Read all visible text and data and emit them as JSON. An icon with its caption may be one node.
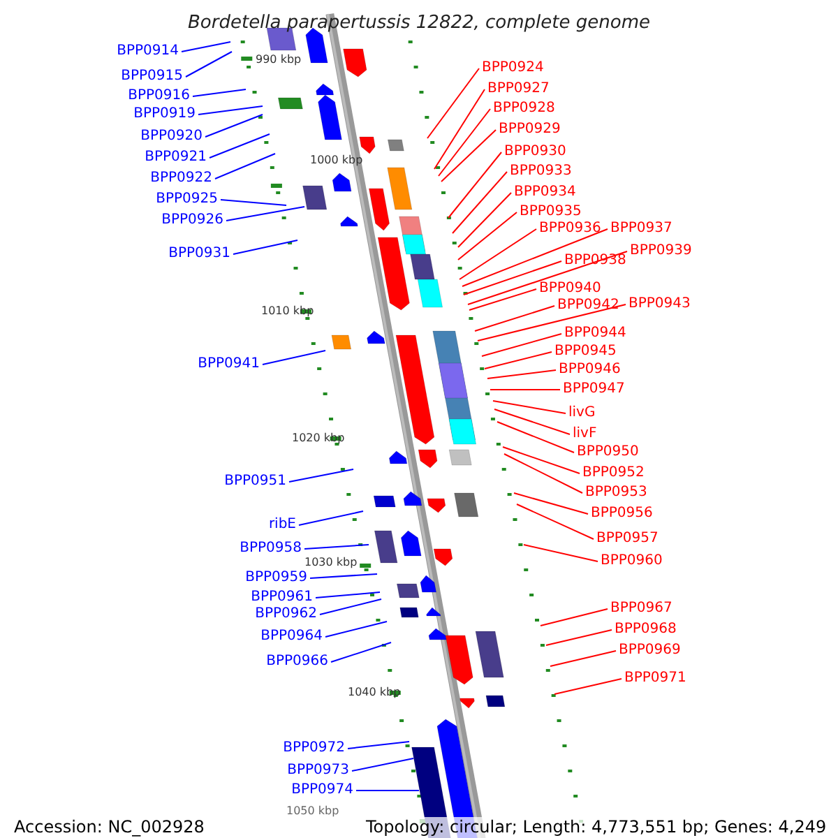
{
  "diagram": {
    "title": "Bordetella parapertussis 12822, complete genome",
    "nodes": [
      {
        "text": [
          "BPP0914"
        ]
      },
      {
        "text": [
          "BPP0915"
        ]
      },
      {
        "text": [
          "BPP0916"
        ]
      },
      {
        "text": [
          "BPP0919"
        ]
      },
      {
        "text": [
          "BPP0920"
        ]
      },
      {
        "text": [
          "BPP0921"
        ]
      },
      {
        "text": [
          "BPP0922"
        ]
      },
      {
        "text": [
          "BPP0925"
        ]
      },
      {
        "text": [
          "BPP0926"
        ]
      },
      {
        "text": [
          "BPP0931"
        ]
      },
      {
        "text": [
          "BPP0941"
        ]
      },
      {
        "text": [
          "BPP0951"
        ]
      },
      {
        "text": [
          "ribE"
        ]
      },
      {
        "text": [
          "BPP0958"
        ]
      },
      {
        "text": [
          "BPP0959"
        ]
      },
      {
        "text": [
          "BPP0961"
        ]
      },
      {
        "text": [
          "BPP0962"
        ]
      },
      {
        "text": [
          "BPP0964"
        ]
      },
      {
        "text": [
          "BPP0966"
        ]
      },
      {
        "text": [
          "BPP0972"
        ]
      },
      {
        "text": [
          "BPP0973"
        ]
      },
      {
        "text": [
          "BPP0974"
        ]
      },
      {
        "text": [
          "BPP0924"
        ]
      },
      {
        "text": [
          "BPP0927"
        ]
      },
      {
        "text": [
          "BPP0928"
        ]
      },
      {
        "text": [
          "BPP0929"
        ]
      },
      {
        "text": [
          "BPP0930"
        ]
      },
      {
        "text": [
          "BPP0933"
        ]
      },
      {
        "text": [
          "BPP0934"
        ]
      },
      {
        "text": [
          "BPP0935"
        ]
      },
      {
        "text": [
          "BPP0936"
        ]
      },
      {
        "text": [
          "BPP0937"
        ]
      },
      {
        "text": [
          "BPP0938"
        ]
      },
      {
        "text": [
          "BPP0939"
        ]
      },
      {
        "text": [
          "BPP0940"
        ]
      },
      {
        "text": [
          "BPP0942"
        ]
      },
      {
        "text": [
          "BPP0943"
        ]
      },
      {
        "text": [
          "BPP0944"
        ]
      },
      {
        "text": [
          "BPP0945"
        ]
      },
      {
        "text": [
          "BPP0946"
        ]
      },
      {
        "text": [
          "BPP0947"
        ]
      },
      {
        "text": [
          "livG"
        ]
      },
      {
        "text": [
          "livF"
        ]
      },
      {
        "text": [
          "BPP0950"
        ]
      },
      {
        "text": [
          "BPP0952"
        ]
      },
      {
        "text": [
          "BPP0953"
        ]
      },
      {
        "text": [
          "BPP0956"
        ]
      },
      {
        "text": [
          "BPP0957"
        ]
      },
      {
        "text": [
          "BPP0960"
        ]
      },
      {
        "text": [
          "BPP0967"
        ]
      },
      {
        "text": [
          "BPP0968"
        ]
      },
      {
        "text": [
          "BPP0969"
        ]
      },
      {
        "text": [
          "BPP0971"
        ]
      }
    ],
    "edges": [
      {
        "from": 0,
        "to": null,
        "arrow": "none",
        "color": "#0000ff"
      },
      {
        "from": 1,
        "to": null,
        "arrow": "none",
        "color": "#0000ff"
      },
      {
        "from": 2,
        "to": null,
        "arrow": "none",
        "color": "#0000ff"
      },
      {
        "from": 3,
        "to": null,
        "arrow": "none",
        "color": "#0000ff"
      },
      {
        "from": 4,
        "to": null,
        "arrow": "none",
        "color": "#0000ff"
      },
      {
        "from": 5,
        "to": null,
        "arrow": "none",
        "color": "#0000ff"
      },
      {
        "from": 6,
        "to": null,
        "arrow": "none",
        "color": "#0000ff"
      },
      {
        "from": 7,
        "to": null,
        "arrow": "none",
        "color": "#0000ff"
      },
      {
        "from": 8,
        "to": null,
        "arrow": "none",
        "color": "#0000ff"
      },
      {
        "from": 9,
        "to": null,
        "arrow": "none",
        "color": "#0000ff"
      },
      {
        "from": 10,
        "to": null,
        "arrow": "none",
        "color": "#0000ff"
      },
      {
        "from": 11,
        "to": null,
        "arrow": "none",
        "color": "#0000ff"
      },
      {
        "from": 12,
        "to": null,
        "arrow": "none",
        "color": "#0000ff"
      },
      {
        "from": 13,
        "to": null,
        "arrow": "none",
        "color": "#0000ff"
      },
      {
        "from": 14,
        "to": null,
        "arrow": "none",
        "color": "#0000ff"
      },
      {
        "from": 15,
        "to": null,
        "arrow": "none",
        "color": "#0000ff"
      },
      {
        "from": 16,
        "to": null,
        "arrow": "none",
        "color": "#0000ff"
      },
      {
        "from": 17,
        "to": null,
        "arrow": "none",
        "color": "#0000ff"
      },
      {
        "from": 18,
        "to": null,
        "arrow": "none",
        "color": "#0000ff"
      },
      {
        "from": 19,
        "to": null,
        "arrow": "none",
        "color": "#0000ff"
      },
      {
        "from": 20,
        "to": null,
        "arrow": "none",
        "color": "#0000ff"
      },
      {
        "from": 21,
        "to": null,
        "arrow": "none",
        "color": "#0000ff"
      },
      {
        "from": 22,
        "to": null,
        "arrow": "none"
      },
      {
        "from": 23,
        "to": null,
        "arrow": "none"
      },
      {
        "from": 24,
        "to": null,
        "arrow": "none"
      },
      {
        "from": 25,
        "to": null,
        "arrow": "none"
      },
      {
        "from": 26,
        "to": null,
        "arrow": "none"
      },
      {
        "from": 27,
        "to": null,
        "arrow": "none"
      },
      {
        "from": 28,
        "to": null,
        "arrow": "none"
      },
      {
        "from": 29,
        "to": null,
        "arrow": "none"
      },
      {
        "from": 30,
        "to": null,
        "arrow": "none"
      },
      {
        "from": 31,
        "to": null,
        "arrow": "none"
      },
      {
        "from": 32,
        "to": null,
        "arrow": "none"
      },
      {
        "from": 33,
        "to": null,
        "arrow": "none"
      },
      {
        "from": 34,
        "to": null,
        "arrow": "none"
      },
      {
        "from": 35,
        "to": null,
        "arrow": "none"
      },
      {
        "from": 36,
        "to": null,
        "arrow": "none"
      },
      {
        "from": 37,
        "to": null,
        "arrow": "none"
      },
      {
        "from": 38,
        "to": null,
        "arrow": "none"
      },
      {
        "from": 39,
        "to": null,
        "arrow": "none"
      },
      {
        "from": 40,
        "to": null,
        "arrow": "none"
      },
      {
        "from": 41,
        "to": null,
        "arrow": "none"
      },
      {
        "from": 42,
        "to": null,
        "arrow": "none"
      },
      {
        "from": 43,
        "to": null,
        "arrow": "none"
      },
      {
        "from": 44,
        "to": null,
        "arrow": "none"
      },
      {
        "from": 45,
        "to": null,
        "arrow": "none"
      },
      {
        "from": 46,
        "to": null,
        "arrow": "none"
      },
      {
        "from": 47,
        "to": null,
        "arrow": "none"
      },
      {
        "from": 48,
        "to": null,
        "arrow": "none"
      },
      {
        "from": 49,
        "to": null,
        "arrow": "none"
      },
      {
        "from": 50,
        "to": null,
        "arrow": "none"
      },
      {
        "from": 51,
        "to": null,
        "arrow": "none"
      },
      {
        "from": 52,
        "to": null,
        "arrow": "none"
      }
    ],
    "labels": [
      "990 kbp",
      "1000 kbp",
      "1010 kbp",
      "1020 kbp",
      "1030 kbp",
      "1040 kbp",
      "1050 kbp",
      "Accession: NC_002928",
      "Topology: circular; Length: 4,773,551 bp; Genes: 4,249"
    ]
  }
}
